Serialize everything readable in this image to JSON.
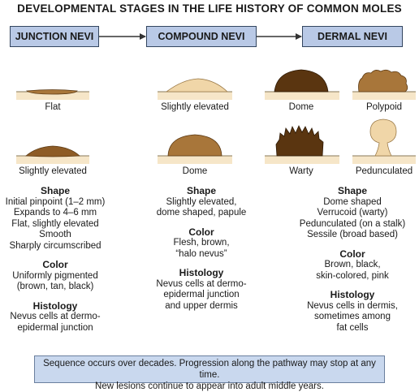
{
  "title": "DEVELOPMENTAL STAGES IN THE LIFE HISTORY OF COMMON MOLES",
  "stages": [
    "JUNCTION NEVI",
    "COMPOUND NEVI",
    "DERMAL NEVI"
  ],
  "captions": {
    "junction_flat": "Flat",
    "junction_elevated": "Slightly elevated",
    "compound_elevated": "Slightly elevated",
    "compound_dome": "Dome",
    "dermal_dome": "Dome",
    "dermal_polypoid": "Polypoid",
    "dermal_warty": "Warty",
    "dermal_pedunculated": "Pedunculated"
  },
  "junction": {
    "shape_heading": "Shape",
    "shape_lines": [
      "Initial pinpoint (1–2 mm)",
      "Expands to 4–6 mm",
      "Flat, slightly elevated",
      "Smooth",
      "Sharply circumscribed"
    ],
    "color_heading": "Color",
    "color_lines": [
      "Uniformly pigmented",
      "(brown, tan, black)"
    ],
    "histology_heading": "Histology",
    "histology_lines": [
      "Nevus cells at dermo-",
      "epidermal junction"
    ]
  },
  "compound": {
    "shape_heading": "Shape",
    "shape_lines": [
      "Slightly elevated,",
      "dome shaped, papule"
    ],
    "color_heading": "Color",
    "color_lines": [
      "Flesh, brown,",
      "“halo nevus”"
    ],
    "histology_heading": "Histology",
    "histology_lines": [
      "Nevus cells at dermo-",
      "epidermal junction",
      "and upper dermis"
    ]
  },
  "dermal": {
    "shape_heading": "Shape",
    "shape_lines": [
      "Dome shaped",
      "Verrucoid (warty)",
      "Pedunculated (on a stalk)",
      "Sessile (broad based)"
    ],
    "color_heading": "Color",
    "color_lines": [
      "Brown, black,",
      "skin-colored, pink"
    ],
    "histology_heading": "Histology",
    "histology_lines": [
      "Nevus cells in dermis,",
      "sometimes among",
      "fat cells"
    ]
  },
  "footer_lines": [
    "Sequence occurs over decades. Progression along the pathway may stop at any time.",
    "New lesions continue to appear into adult middle years."
  ],
  "colors": {
    "stage_box_fill": "#b9c9e6",
    "skin_band": "#f6e6c8",
    "footer_fill": "#c9d8ee",
    "lesion_dark": "#7a4a1e",
    "lesion_medium": "#a8763a",
    "lesion_light": "#e9cf98",
    "lesion_flesh": "#f0d6a8"
  }
}
